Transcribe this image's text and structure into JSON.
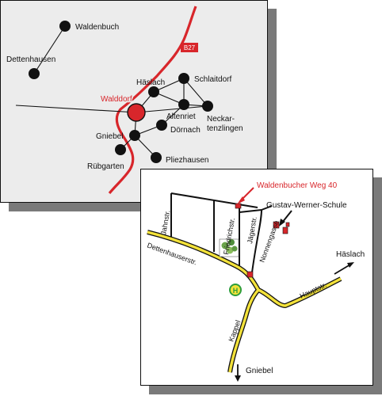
{
  "regional_map": {
    "road_badge": "B27",
    "highlight_town": "Walddorf",
    "towns": [
      {
        "label": "Waldenbuch"
      },
      {
        "label": "Dettenhausen"
      },
      {
        "label": "Häslach"
      },
      {
        "label": "Schlaitdorf"
      },
      {
        "label": "Altenriet"
      },
      {
        "label": "Neckar-"
      },
      {
        "label": "tenzlingen"
      },
      {
        "label": "Dörnach"
      },
      {
        "label": "Gniebel"
      },
      {
        "label": "Rübgarten"
      },
      {
        "label": "Pliezhausen"
      }
    ]
  },
  "local_map": {
    "address": "Waldenbucher Weg 40",
    "school": "Gustav-Werner-Schule",
    "bus_stop": "H",
    "streets": {
      "jahnstr": "Jahnstr.",
      "friedrichstr": "Friedrichstr.",
      "jaegerstr": "Jägerstr.",
      "nonnengasse": "Nonnengasse",
      "dettenhauserstr": "Dettenhauserstr.",
      "hauptstr": "Hauptstr.",
      "kappel": "Kappel"
    },
    "directions": {
      "haeslach": "Häslach",
      "gniebel": "Gniebel"
    }
  },
  "colors": {
    "accent_red": "#d8262b",
    "street_yellow": "#f3e23a",
    "bus_stop_green": "#2f9e3b",
    "panel_bg": "#ececec"
  }
}
